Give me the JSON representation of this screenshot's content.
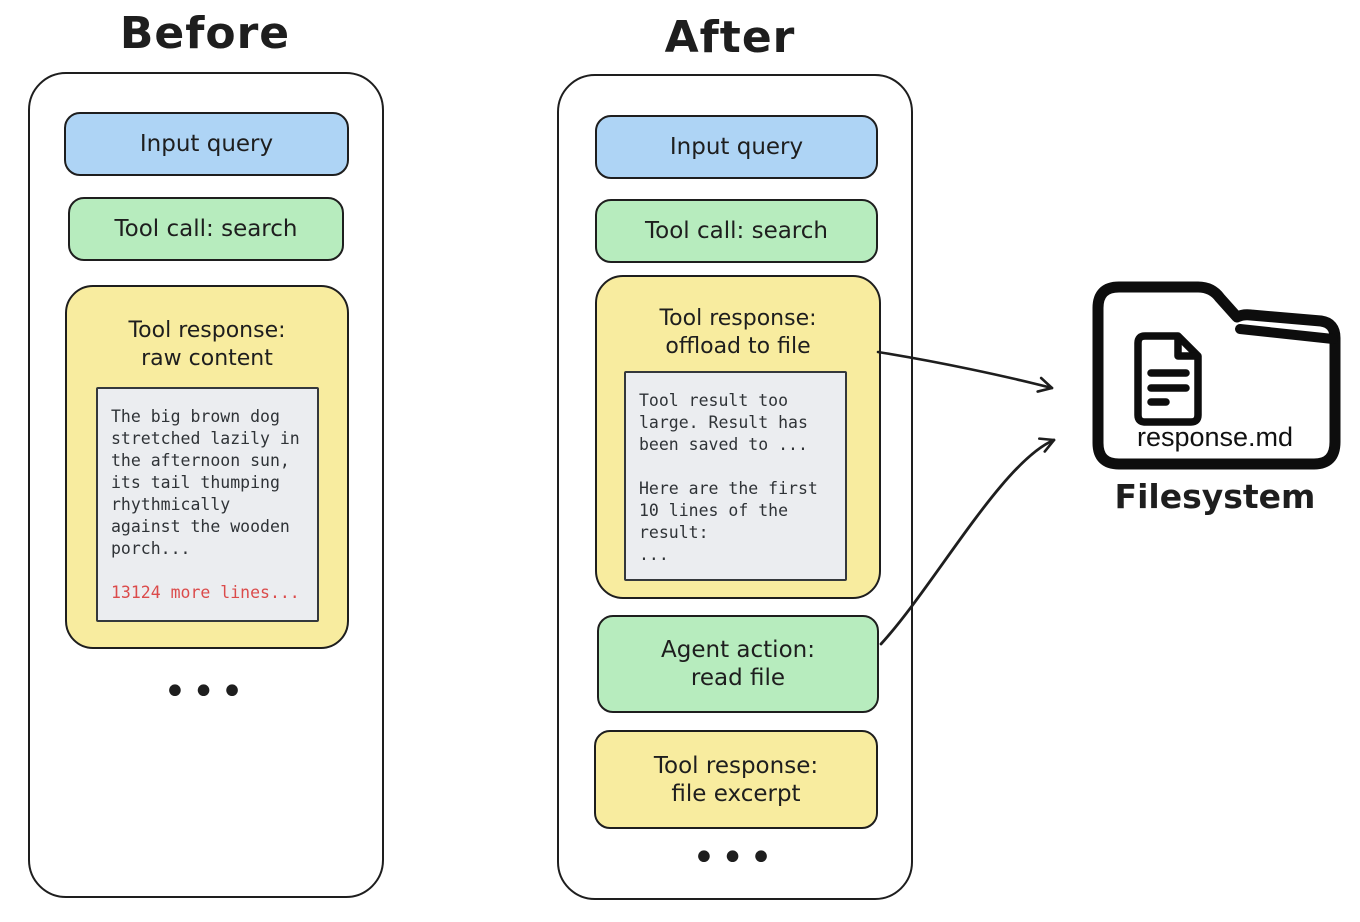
{
  "colors": {
    "stroke": "#1e1e1e",
    "blue_fill": "#aed4f5",
    "green_fill": "#b7ecbe",
    "yellow_fill": "#f8ec9f",
    "code_bg": "#ebedf0",
    "red_text": "#db4b4b"
  },
  "before": {
    "title": "Before",
    "input_query": "Input query",
    "tool_call": "Tool call: search",
    "tool_response_heading_line1": "Tool response:",
    "tool_response_heading_line2": "raw content",
    "raw_lines": [
      "The big brown dog",
      "stretched lazily in",
      "the afternoon sun,",
      "its tail thumping",
      "rhythmically",
      "against the wooden",
      "porch..."
    ],
    "more_lines": "13124 more lines...",
    "ellipsis": "•••"
  },
  "after": {
    "title": "After",
    "input_query": "Input query",
    "tool_call": "Tool call: search",
    "offload_heading_line1": "Tool response:",
    "offload_heading_line2": "offload to file",
    "offload_lines": [
      "Tool result too",
      "large. Result has",
      "been saved to ...",
      "",
      "Here are the first",
      "10 lines of the",
      "result:",
      "..."
    ],
    "agent_action_line1": "Agent action:",
    "agent_action_line2": "read file",
    "file_excerpt_line1": "Tool response:",
    "file_excerpt_line2": "file excerpt",
    "ellipsis": "•••"
  },
  "filesystem": {
    "file_name": "response.md",
    "label": "Filesystem"
  }
}
